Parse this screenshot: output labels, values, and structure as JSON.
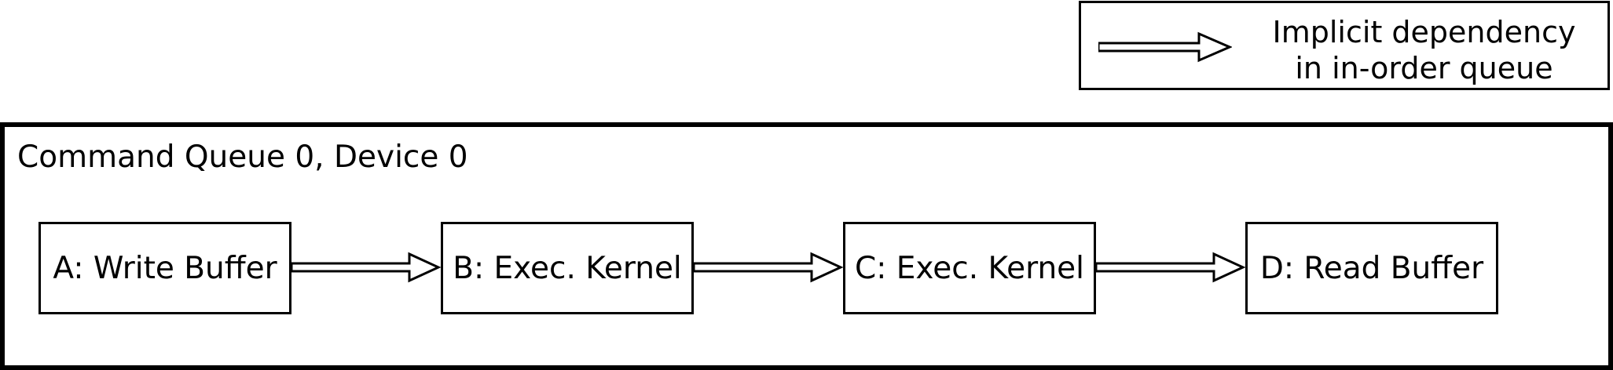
{
  "legend": {
    "line1": "Implicit dependency",
    "line2": "in in-order queue"
  },
  "queue": {
    "title": "Command Queue 0, Device 0",
    "commands": [
      {
        "label": "A: Write Buffer"
      },
      {
        "label": "B: Exec. Kernel"
      },
      {
        "label": "C: Exec. Kernel"
      },
      {
        "label": "D: Read Buffer"
      }
    ]
  },
  "colors": {
    "stroke": "#000000",
    "background": "#ffffff"
  }
}
